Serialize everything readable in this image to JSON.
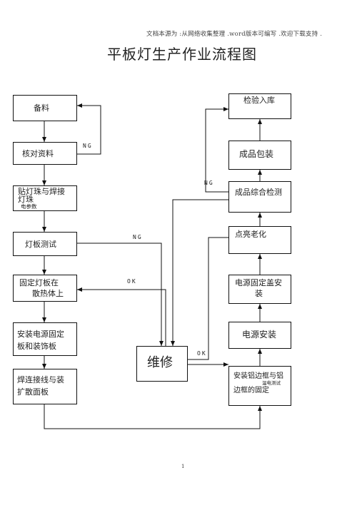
{
  "header": {
    "note": "文档本源为 :从网络收集整理 .word版本可编写 .欢迎下载支持 ."
  },
  "title": "平板灯生产作业流程图",
  "left_steps": {
    "prep": "备料",
    "verify": "核对资料",
    "smt_line1": "贴灯珠与焊接",
    "smt_line2": "灯珠",
    "smt_sub": "电参数",
    "board_test": "灯板测试",
    "fix_line1": "固定灯板在",
    "fix_line2": "散热体上",
    "psu_install_line1": "安装电源固定",
    "psu_install_line2": "板和装饰板",
    "solder_line1": "焊连接线与装",
    "solder_line2": "扩散面板"
  },
  "right_steps": {
    "inspect_store": "检验入库",
    "packaging": "成品包装",
    "final_test": "成品综合检测",
    "aging": "点亮老化",
    "psu_cover_line1": "电源固定盖安",
    "psu_cover_line2": "装",
    "psu_mount": "电源安装",
    "frame_line1": "安装铝边框与铝",
    "frame_line2": "边框的固定",
    "frame_sub": "温电测试"
  },
  "center": {
    "repair": "维修"
  },
  "flow_labels": {
    "ng_verify": "NG",
    "ng_board": "NG",
    "ok_repair_left": "OK",
    "ok_repair_right": "OK",
    "ng_final": "NG"
  },
  "page_number": "1"
}
